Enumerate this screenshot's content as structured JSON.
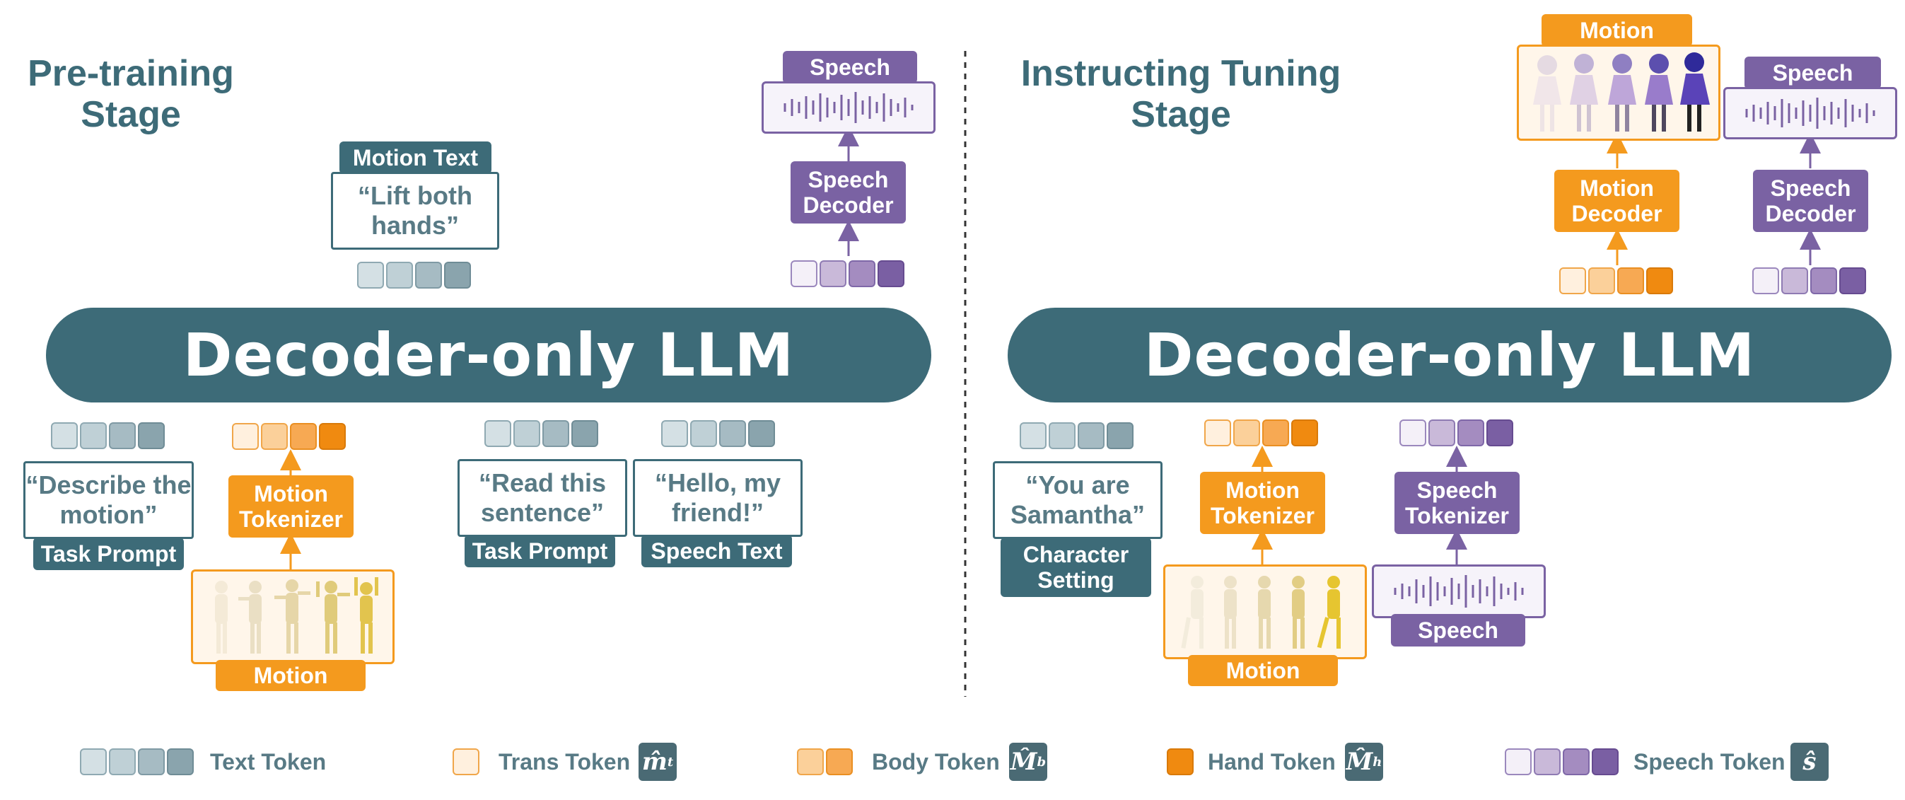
{
  "left": {
    "stage_title": "Pre-training Stage",
    "llm_label": "Decoder-only LLM",
    "motion_text_tag": "Motion Text",
    "motion_text_quote": "“Lift both hands”",
    "speech_tag": "Speech",
    "speech_decoder": "Speech Decoder",
    "task_prompt_1_quote": "“Describe the motion”",
    "task_prompt_1_tag": "Task Prompt",
    "motion_tokenizer": "Motion Tokenizer",
    "motion_tag": "Motion",
    "task_prompt_2_quote": "“Read this sentence”",
    "task_prompt_2_tag": "Task Prompt",
    "speech_text_quote": "“Hello, my friend!”",
    "speech_text_tag": "Speech Text"
  },
  "right": {
    "stage_title": "Instructing Tuning Stage",
    "llm_label": "Decoder-only LLM",
    "motion_tag": "Motion",
    "motion_decoder": "Motion Decoder",
    "speech_tag": "Speech",
    "speech_decoder": "Speech Decoder",
    "character_quote": "“You are Samantha”",
    "character_tag": "Character Setting",
    "motion_tokenizer": "Motion Tokenizer",
    "motion_input_tag": "Motion",
    "speech_tokenizer": "Speech Tokenizer",
    "speech_input_tag": "Speech"
  },
  "legend": {
    "text_token": "Text Token",
    "trans_token": "Trans Token",
    "body_token": "Body Token",
    "hand_token": "Hand Token",
    "speech_token": "Speech Token"
  },
  "colors": {
    "teal": "#3d6b78",
    "orange": "#f49a1e",
    "purple": "#7a62a3"
  },
  "icons": [
    "waveform-icon",
    "human-motion-figures",
    "anime-character-figures"
  ]
}
